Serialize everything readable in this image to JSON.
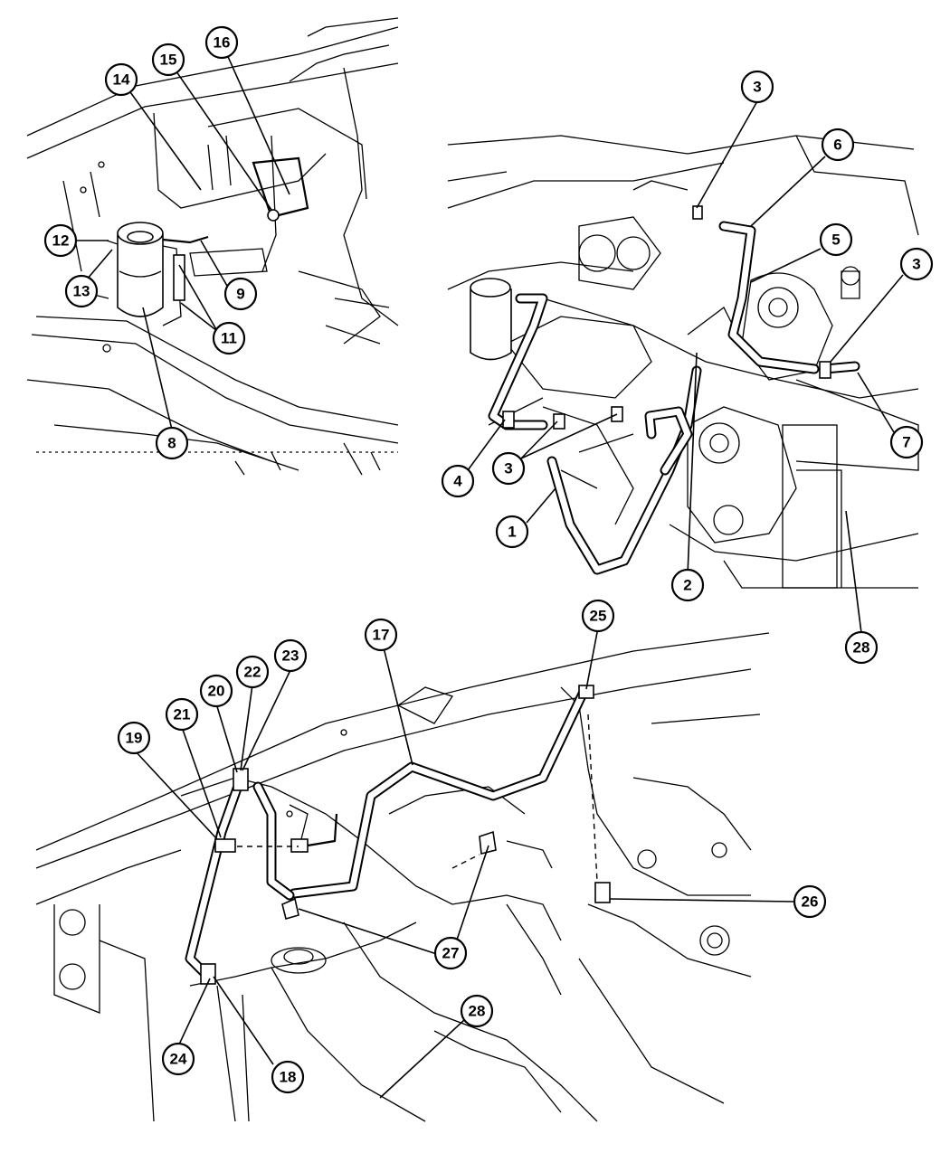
{
  "callouts": {
    "c1": "1",
    "c2": "2",
    "c3a": "3",
    "c3b": "3",
    "c3c": "3",
    "c4": "4",
    "c5": "5",
    "c6": "6",
    "c7": "7",
    "c8": "8",
    "c9": "9",
    "c11": "11",
    "c12": "12",
    "c13": "13",
    "c14": "14",
    "c15": "15",
    "c16": "16",
    "c17": "17",
    "c18": "18",
    "c19": "19",
    "c20": "20",
    "c21": "21",
    "c22": "22",
    "c23": "23",
    "c24": "24",
    "c25": "25",
    "c26": "26",
    "c27": "27",
    "c28a": "28",
    "c28b": "28"
  }
}
